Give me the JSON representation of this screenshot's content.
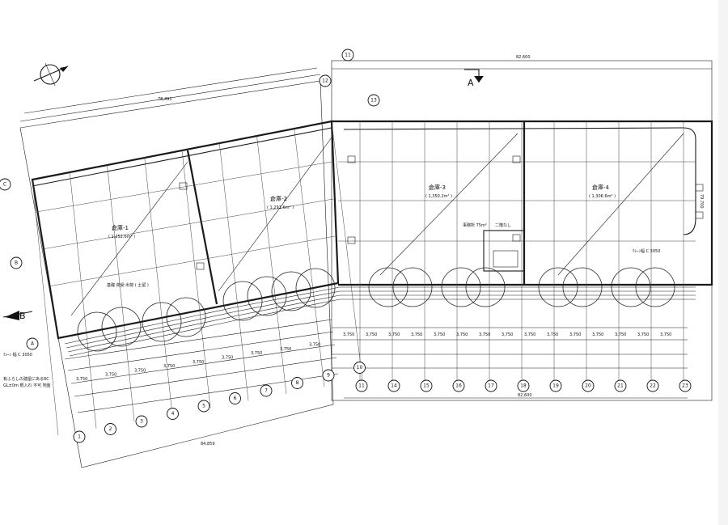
{
  "labels": {
    "section_a": "A",
    "section_b": "B",
    "room_left_1": "倉庫-1",
    "room_left_1_area": "( 1,252.6m² )",
    "room_left_2": "倉庫-2",
    "room_left_2_area": "( 1,291.6m² )",
    "room_right_1": "倉庫-3",
    "room_right_1_area": "( 1,350.2m² )",
    "room_right_2": "倉庫-4",
    "room_right_2_area": "( 1,306.6m² )",
    "office": "事務所 75m²",
    "office_2": "二階なし",
    "note_bottom_left_1": "有ふらしの建屋にあるRC",
    "note_bottom_left_2": "GL±0m 根入れ 不可 地盤",
    "note_rail": "基礎 荷受 出荷 ( 土留 )",
    "note_side": "ｸﾚｰﾝ 幅 C 3050",
    "note_side_right": "ｸﾚｰﾝ幅 C 3050",
    "dim_top_left": "78,491",
    "dim_top_right": "82,600",
    "dim_bottom_left": "84,859",
    "dim_bottom_right": "82,600",
    "dim_right": "79,700"
  },
  "grid_bottom_left": [
    "1",
    "2",
    "3",
    "4",
    "5",
    "6",
    "7",
    "8",
    "9",
    "10"
  ],
  "grid_bottom_right": [
    "11",
    "14",
    "15",
    "16",
    "17",
    "18",
    "19",
    "20",
    "21",
    "22",
    "23"
  ],
  "grid_top": [
    "11",
    "12",
    "13"
  ],
  "grid_side_left": [
    "A",
    "B",
    "C"
  ],
  "bay_dims": [
    "3,750",
    "3,750",
    "3,750",
    "3,750",
    "3,750",
    "3,750",
    "3,750",
    "3,750",
    "3,750",
    "3,750",
    "3,750",
    "3,750",
    "3,750",
    "3,750",
    "3,750"
  ]
}
